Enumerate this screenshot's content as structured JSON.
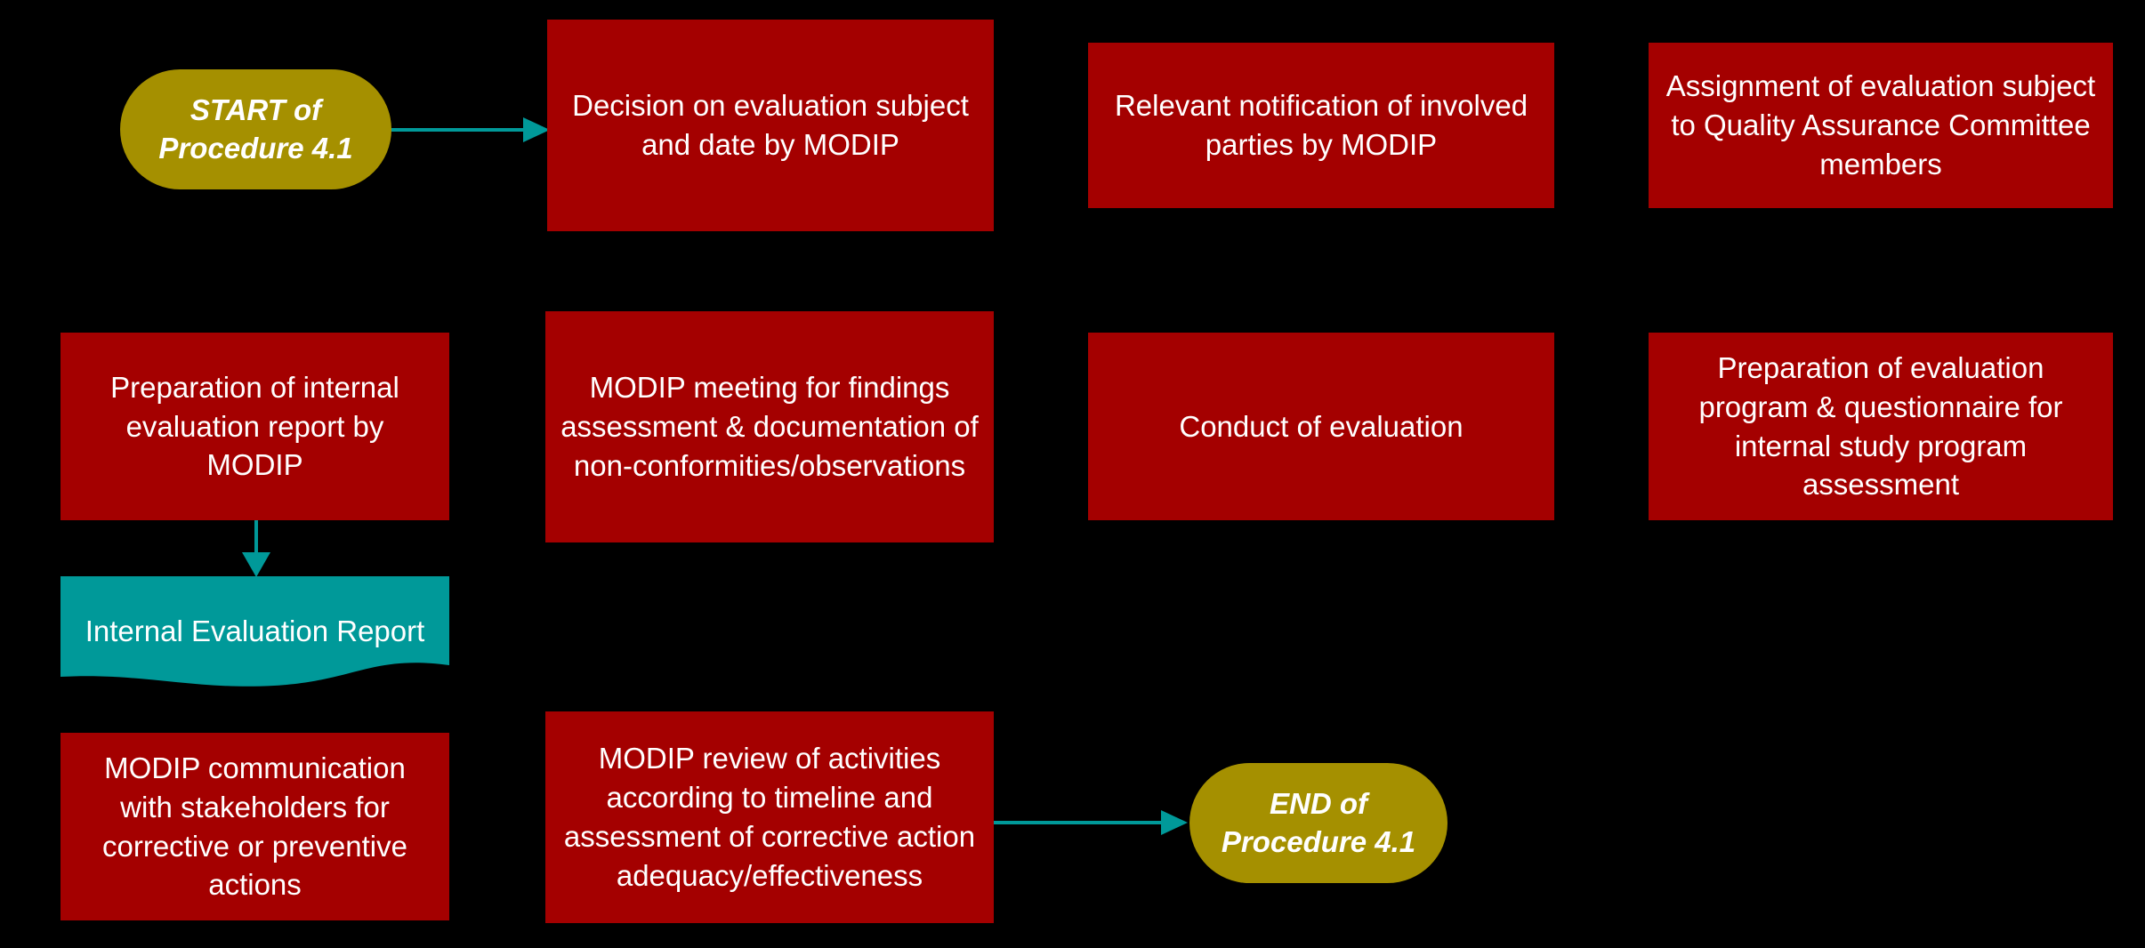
{
  "diagram": {
    "title": "Procedure 4.1 Internal Evaluation Flowchart",
    "background_color": "#000000",
    "colors": {
      "process_fill": "#A40000",
      "terminator_fill": "#A59000",
      "document_fill": "#009999",
      "connector": "#009999",
      "text": "#FFFFFF"
    }
  },
  "nodes": {
    "start": {
      "label": "START of\nProcedure 4.1",
      "line1": "START of",
      "line2": "Procedure 4.1",
      "shape": "terminator"
    },
    "decision_subject": {
      "label": "Decision on evaluation subject and date by MODIP",
      "shape": "process"
    },
    "notification": {
      "label": "Relevant notification of involved parties by MODIP",
      "shape": "process"
    },
    "assignment": {
      "label": "Assignment of evaluation subject to Quality Assurance Committee members",
      "shape": "process"
    },
    "preparation_report": {
      "label": "Preparation of internal evaluation report by MODIP",
      "shape": "process"
    },
    "modip_meeting": {
      "label": "MODIP meeting for findings assessment & documentation of non-conformities/observations",
      "shape": "process"
    },
    "conduct_evaluation": {
      "label": "Conduct of evaluation",
      "shape": "process"
    },
    "preparation_program": {
      "label": "Preparation of evaluation program & questionnaire for internal study program assessment",
      "shape": "process"
    },
    "internal_report_doc": {
      "label": "Internal Evaluation Report",
      "shape": "document"
    },
    "modip_communication": {
      "label": "MODIP communication with stakeholders for corrective or preventive actions",
      "shape": "process"
    },
    "modip_review": {
      "label": "MODIP review of activities according to timeline and assessment of corrective action adequacy/effectiveness",
      "shape": "process"
    },
    "end": {
      "label": "END of\nProcedure 4.1",
      "line1": "END of",
      "line2": "Procedure 4.1",
      "shape": "terminator"
    }
  },
  "connectors": [
    {
      "name": "start-to-decision",
      "from": "start",
      "to": "decision_subject",
      "direction": "right"
    },
    {
      "name": "report-to-document",
      "from": "preparation_report",
      "to": "internal_report_doc",
      "direction": "down"
    },
    {
      "name": "review-to-end",
      "from": "modip_review",
      "to": "end",
      "direction": "right"
    }
  ]
}
